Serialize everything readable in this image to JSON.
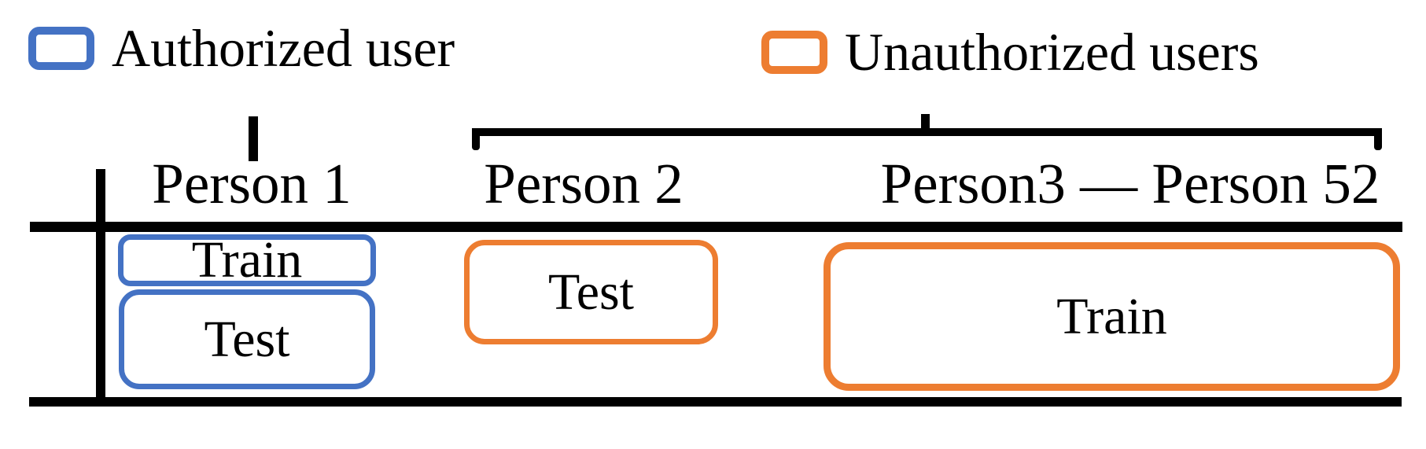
{
  "figure": {
    "legend": [
      {
        "id": "authorized",
        "label": "Authorized user",
        "color": "#4472C4"
      },
      {
        "id": "unauthorized",
        "label": "Unauthorized users",
        "color": "#ED7D31"
      }
    ],
    "columns": [
      {
        "id": "person1",
        "label": "Person 1",
        "group": "authorized"
      },
      {
        "id": "person2",
        "label": "Person 2",
        "group": "unauthorized"
      },
      {
        "id": "person3_52",
        "label": "Person3 — Person 52",
        "group": "unauthorized"
      }
    ],
    "boxes": [
      {
        "column": "person1",
        "label": "Train",
        "color": "#4472C4"
      },
      {
        "column": "person1",
        "label": "Test",
        "color": "#4472C4"
      },
      {
        "column": "person2",
        "label": "Test",
        "color": "#ED7D31"
      },
      {
        "column": "person3_52",
        "label": "Train",
        "color": "#ED7D31"
      }
    ],
    "line_color": "#000000"
  }
}
